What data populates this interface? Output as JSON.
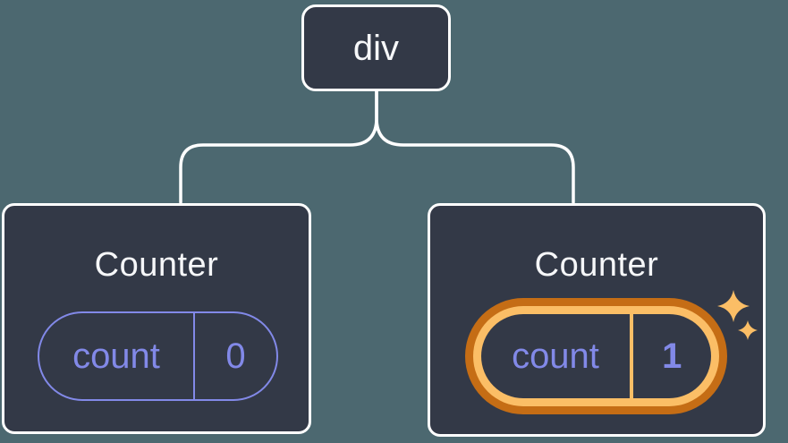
{
  "theme": {
    "background": "#4C6870",
    "card_fill": "#333947",
    "card_border": "#FFFFFF",
    "connector": "#FFFFFF",
    "accent_purple": "#8289E8",
    "highlight_dark": "#C56D15",
    "highlight_light": "#FBBE66",
    "text_primary": "#F6F7F9"
  },
  "diagram": {
    "type": "react-component-tree",
    "root": {
      "label": "div"
    },
    "children": [
      {
        "title": "Counter",
        "state": {
          "key": "count",
          "value": "0"
        },
        "highlighted": false
      },
      {
        "title": "Counter",
        "state": {
          "key": "count",
          "value": "1"
        },
        "highlighted": true,
        "decoration": "sparkles"
      }
    ]
  }
}
